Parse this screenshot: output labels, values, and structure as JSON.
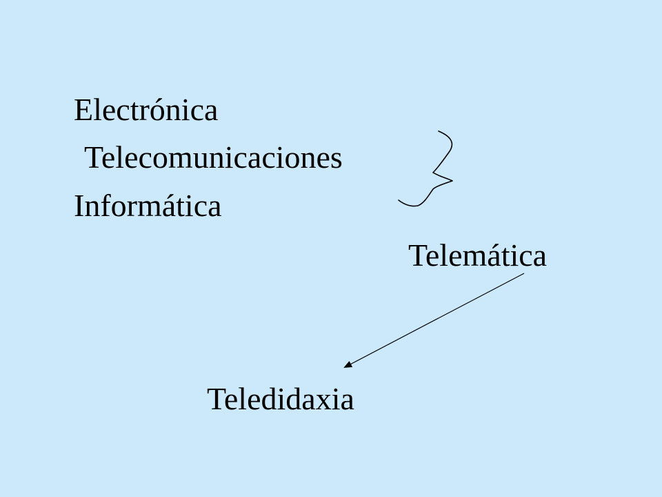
{
  "slide": {
    "background_color": "#cce9fb",
    "terms": {
      "electronica": "Electrónica",
      "telecomunicaciones": "Telecomunicaciones",
      "informatica": "Informática",
      "telematica": "Telemática",
      "teledidaxia": "Teledidaxia"
    },
    "connectors": [
      {
        "type": "curly-brace",
        "from": [
          "electronica",
          "telecomunicaciones",
          "informatica"
        ],
        "to": "telematica"
      },
      {
        "type": "arrow",
        "from": "telematica",
        "to": "teledidaxia"
      }
    ]
  }
}
